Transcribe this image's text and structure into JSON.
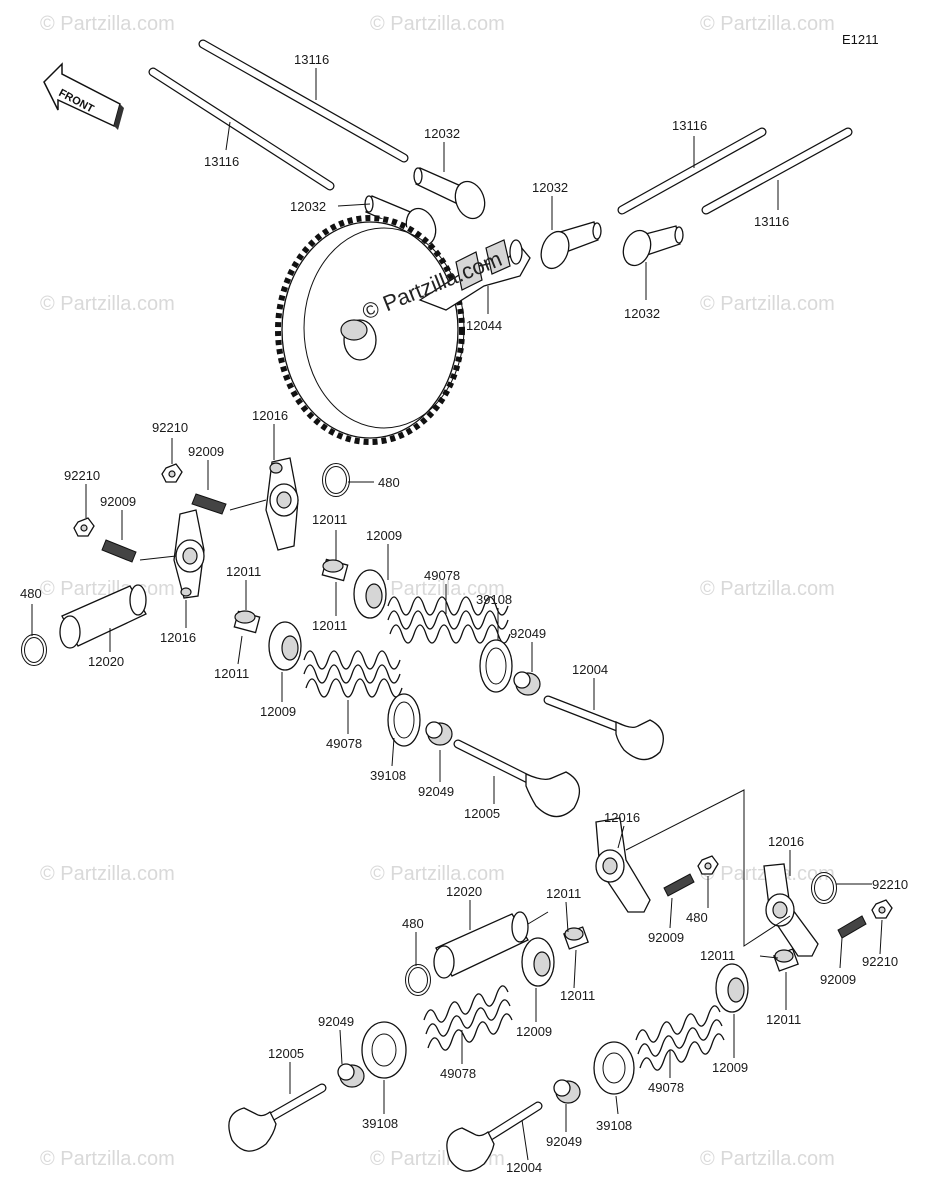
{
  "diagram_code": "E1211",
  "front_label": "FRONT",
  "watermark": "© Partzilla.com",
  "center_watermark": "© Partzilla.com",
  "callouts": [
    {
      "id": "c1",
      "text": "13116"
    },
    {
      "id": "c2",
      "text": "13116"
    },
    {
      "id": "c3",
      "text": "12032"
    },
    {
      "id": "c4",
      "text": "12032"
    },
    {
      "id": "c5",
      "text": "12032"
    },
    {
      "id": "c6",
      "text": "13116"
    },
    {
      "id": "c7",
      "text": "13116"
    },
    {
      "id": "c8",
      "text": "12032"
    },
    {
      "id": "c9",
      "text": "12044"
    },
    {
      "id": "c10",
      "text": "92210"
    },
    {
      "id": "c11",
      "text": "92009"
    },
    {
      "id": "c12",
      "text": "12016"
    },
    {
      "id": "c13",
      "text": "480"
    },
    {
      "id": "c14",
      "text": "92210"
    },
    {
      "id": "c15",
      "text": "92009"
    },
    {
      "id": "c16",
      "text": "12011"
    },
    {
      "id": "c17",
      "text": "12009"
    },
    {
      "id": "c18",
      "text": "49078"
    },
    {
      "id": "c19",
      "text": "12011"
    },
    {
      "id": "c20",
      "text": "39108"
    },
    {
      "id": "c21",
      "text": "480"
    },
    {
      "id": "c22",
      "text": "12011"
    },
    {
      "id": "c23",
      "text": "92049"
    },
    {
      "id": "c24",
      "text": "12020"
    },
    {
      "id": "c25",
      "text": "12016"
    },
    {
      "id": "c26",
      "text": "12011"
    },
    {
      "id": "c27",
      "text": "12004"
    },
    {
      "id": "c28",
      "text": "12009"
    },
    {
      "id": "c29",
      "text": "49078"
    },
    {
      "id": "c30",
      "text": "39108"
    },
    {
      "id": "c31",
      "text": "92049"
    },
    {
      "id": "c32",
      "text": "12005"
    },
    {
      "id": "c33",
      "text": "12016"
    },
    {
      "id": "c34",
      "text": "12016"
    },
    {
      "id": "c35",
      "text": "12020"
    },
    {
      "id": "c36",
      "text": "12011"
    },
    {
      "id": "c37",
      "text": "480"
    },
    {
      "id": "c38",
      "text": "92210"
    },
    {
      "id": "c39",
      "text": "480"
    },
    {
      "id": "c40",
      "text": "92009"
    },
    {
      "id": "c41",
      "text": "12011"
    },
    {
      "id": "c42",
      "text": "92210"
    },
    {
      "id": "c43",
      "text": "12011"
    },
    {
      "id": "c44",
      "text": "92009"
    },
    {
      "id": "c45",
      "text": "12011"
    },
    {
      "id": "c46",
      "text": "92049"
    },
    {
      "id": "c47",
      "text": "12009"
    },
    {
      "id": "c48",
      "text": "12005"
    },
    {
      "id": "c49",
      "text": "49078"
    },
    {
      "id": "c50",
      "text": "12009"
    },
    {
      "id": "c51",
      "text": "39108"
    },
    {
      "id": "c52",
      "text": "92049"
    },
    {
      "id": "c53",
      "text": "39108"
    },
    {
      "id": "c54",
      "text": "49078"
    },
    {
      "id": "c55",
      "text": "12004"
    }
  ]
}
